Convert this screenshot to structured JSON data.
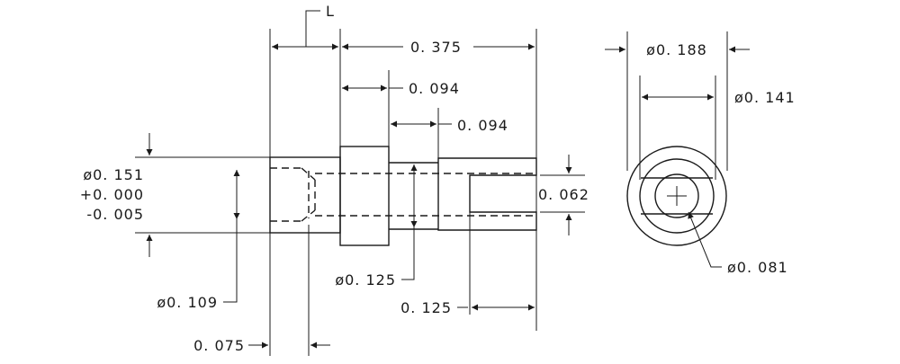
{
  "labels": {
    "L": "L",
    "d0375": "0. 375",
    "d0094a": "0. 094",
    "d0094b": "0. 094",
    "dia0151": "ø0. 151",
    "tol_plus": "+0. 000",
    "tol_minus": "-0. 005",
    "d0062": "0. 062",
    "dia0125": "ø0. 125",
    "d0125": "0. 125",
    "dia0109": "ø0. 109",
    "d0075": "0. 075",
    "dia0188": "ø0. 188",
    "dia0141": "ø0. 141",
    "dia0081": "ø0. 081"
  }
}
